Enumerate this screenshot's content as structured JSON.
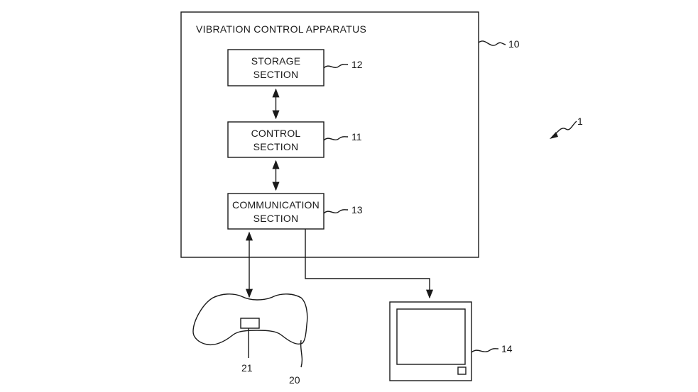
{
  "diagram": {
    "apparatus": {
      "title": "VIBRATION CONTROL APPARATUS",
      "ref": "10"
    },
    "system_ref": "1",
    "storage": {
      "line1": "STORAGE",
      "line2": "SECTION",
      "ref": "12"
    },
    "control": {
      "line1": "CONTROL",
      "line2": "SECTION",
      "ref": "11"
    },
    "communication": {
      "line1": "COMMUNICATION",
      "line2": "SECTION",
      "ref": "13"
    },
    "controller": {
      "ref": "20",
      "vibrator_ref": "21"
    },
    "display": {
      "ref": "14"
    }
  }
}
